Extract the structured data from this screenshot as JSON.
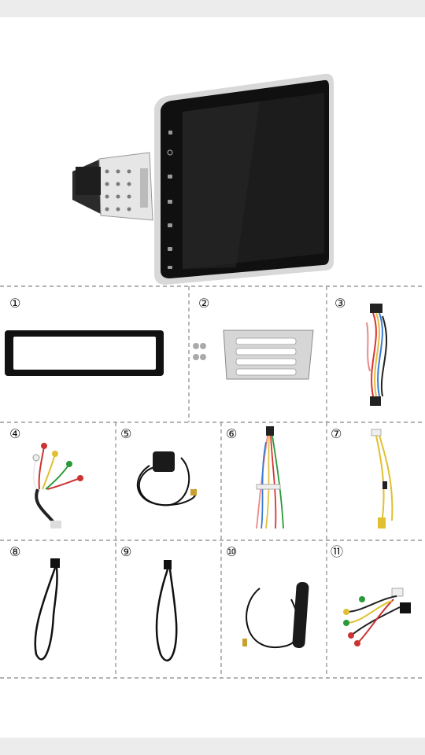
{
  "rows": [
    {
      "items": [
        {
          "id": "1",
          "label": "①",
          "name": "dashboard-frame-bezel"
        },
        {
          "id": "2",
          "label": "②",
          "name": "mounting-bracket-and-screws"
        },
        {
          "id": "3",
          "label": "③",
          "name": "iso-power-harness"
        }
      ]
    },
    {
      "items": [
        {
          "id": "4",
          "label": "④",
          "name": "rca-audio-video-cable"
        },
        {
          "id": "5",
          "label": "⑤",
          "name": "gps-antenna"
        },
        {
          "id": "6",
          "label": "⑥",
          "name": "main-power-harness"
        },
        {
          "id": "7",
          "label": "⑦",
          "name": "rear-camera-cable"
        }
      ]
    },
    {
      "items": [
        {
          "id": "8",
          "label": "⑧",
          "name": "usb-cable-a"
        },
        {
          "id": "9",
          "label": "⑨",
          "name": "usb-cable-b"
        },
        {
          "id": "10",
          "label": "⑩",
          "name": "fm-am-antenna"
        },
        {
          "id": "11",
          "label": "⑪",
          "name": "rca-extension-harness"
        }
      ]
    }
  ],
  "colors": {
    "divider": "#9a9a9a",
    "device": "#111111",
    "bezel": "#c9c9c9"
  }
}
